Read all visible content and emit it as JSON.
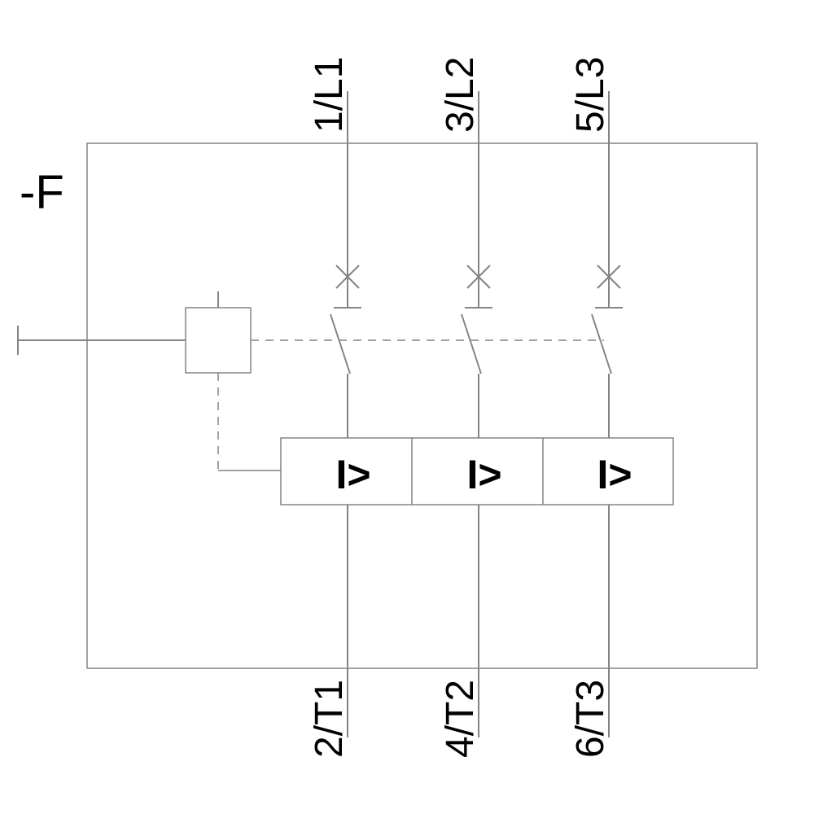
{
  "diagram": {
    "device_label": "-F",
    "top_terminals": [
      "1/L1",
      "3/L2",
      "5/L3"
    ],
    "bottom_terminals": [
      "2/T1",
      "4/T2",
      "6/T3"
    ],
    "overload_symbol": "I>",
    "colors": {
      "background": "#ffffff",
      "line": "#848484",
      "text": "#000000"
    }
  }
}
